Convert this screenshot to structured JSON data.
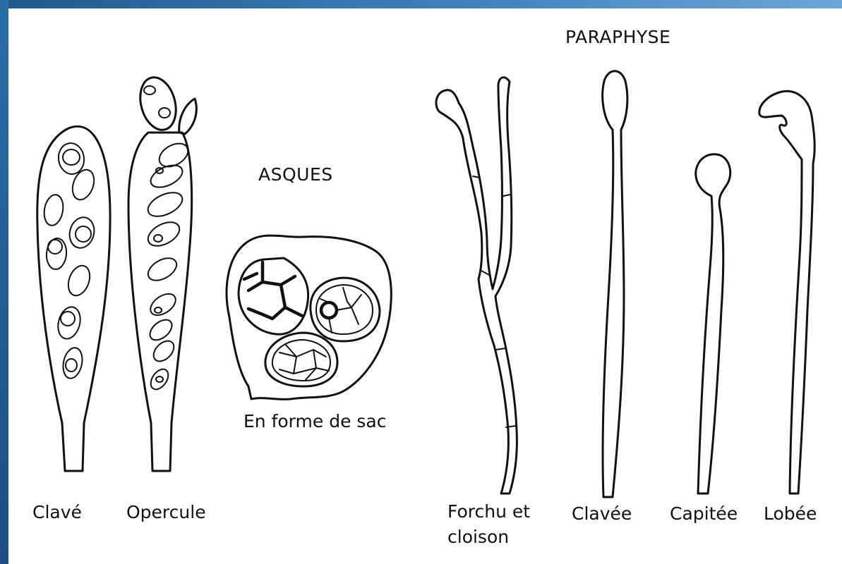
{
  "headings": {
    "asques": "ASQUES",
    "paraphyse": "PARAPHYSE"
  },
  "asques": {
    "clave": "Clavé",
    "opercule": "Opercule",
    "sac": "En forme de sac"
  },
  "paraphyses": {
    "forchu_line1": "Forchu et",
    "forchu_line2": "cloison",
    "clavee": "Clavée",
    "capitee": "Capitée",
    "lobee": "Lobée"
  },
  "colors": {
    "frame": "#2b6ea6",
    "ink": "#111111",
    "paper": "#ffffff"
  }
}
